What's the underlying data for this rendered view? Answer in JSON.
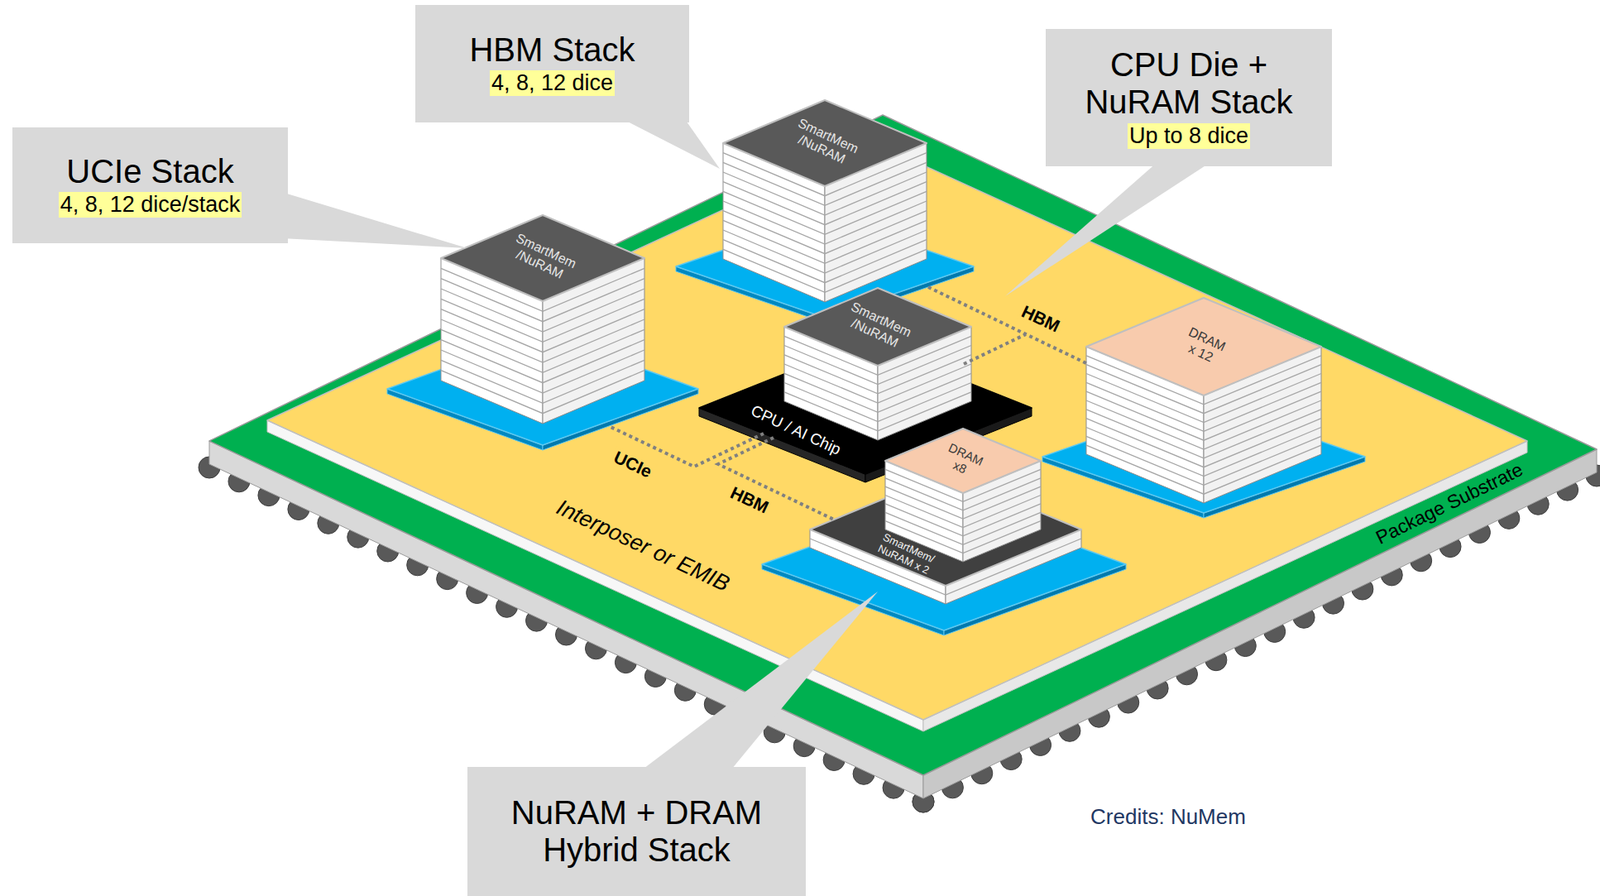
{
  "diagram": {
    "nodes": [
      {
        "text": [
          "UCIe Stack",
          "4, 8, 12 dice/stack"
        ]
      },
      {
        "text": [
          "HBM Stack",
          "4, 8, 12 dice"
        ]
      },
      {
        "text": [
          "CPU Die + NuRAM Stack",
          "Up to 8 dice"
        ]
      },
      {
        "text": [
          "SmartMem /NuRAM"
        ]
      },
      {
        "text": [
          "SmartMem /NuRAM"
        ]
      },
      {
        "text": [
          "SmartMem /NuRAM"
        ]
      },
      {
        "text": [
          "CPU / AI Chip"
        ]
      },
      {
        "text": [
          "DRAM x 12"
        ]
      },
      {
        "text": [
          "DRAM x8"
        ]
      },
      {
        "text": [
          "SmartMem/ NuRAM x 2"
        ]
      },
      {
        "text": [
          "NuRAM + DRAM Hybrid Stack"
        ]
      }
    ],
    "edges": [
      {
        "from": 6,
        "to": 3,
        "arrow": "none",
        "label": "UCIe"
      },
      {
        "from": 6,
        "to": 9,
        "arrow": "none",
        "label": "HBM"
      },
      {
        "from": 5,
        "to": 7,
        "arrow": "none",
        "label": "HBM"
      }
    ],
    "labels": [
      "Interposer or EMIB",
      "Package Substrate",
      "Credits: NuMem"
    ]
  }
}
